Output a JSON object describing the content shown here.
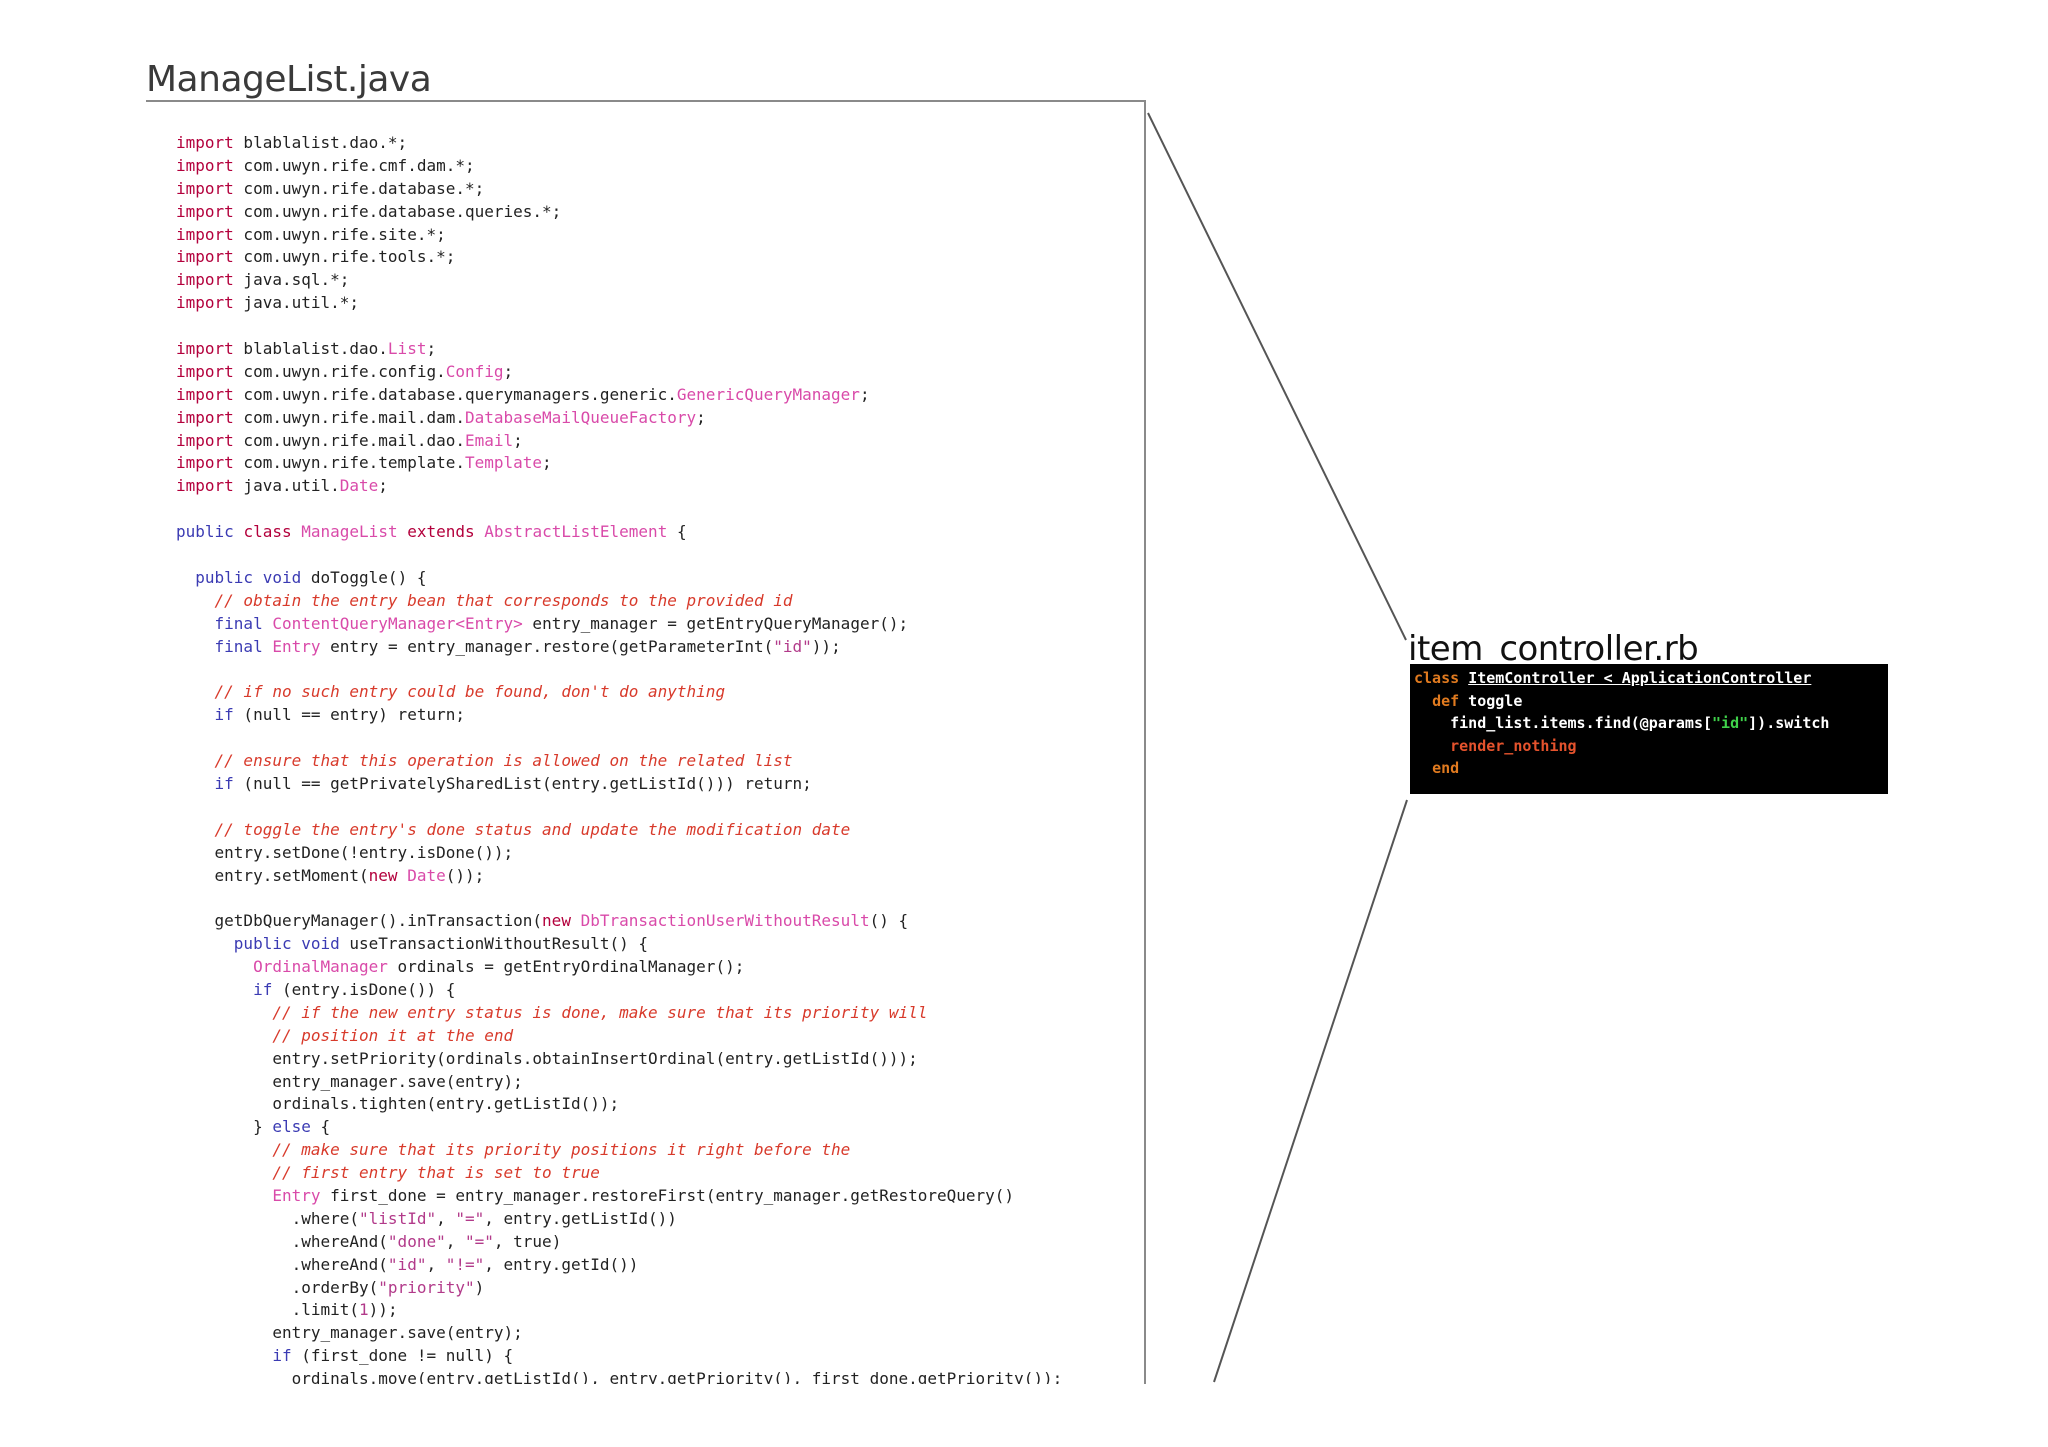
{
  "java_file": {
    "title": "ManageList.java",
    "lines": [
      [
        [
          "kw",
          "import"
        ],
        [
          "plain",
          " blablalist.dao.*;"
        ]
      ],
      [
        [
          "kw",
          "import"
        ],
        [
          "plain",
          " com.uwyn.rife.cmf.dam.*;"
        ]
      ],
      [
        [
          "kw",
          "import"
        ],
        [
          "plain",
          " com.uwyn.rife.database.*;"
        ]
      ],
      [
        [
          "kw",
          "import"
        ],
        [
          "plain",
          " com.uwyn.rife.database.queries.*;"
        ]
      ],
      [
        [
          "kw",
          "import"
        ],
        [
          "plain",
          " com.uwyn.rife.site.*;"
        ]
      ],
      [
        [
          "kw",
          "import"
        ],
        [
          "plain",
          " com.uwyn.rife.tools.*;"
        ]
      ],
      [
        [
          "kw",
          "import"
        ],
        [
          "plain",
          " java.sql.*;"
        ]
      ],
      [
        [
          "kw",
          "import"
        ],
        [
          "plain",
          " java.util.*;"
        ]
      ],
      [],
      [
        [
          "kw",
          "import"
        ],
        [
          "plain",
          " blablalist.dao."
        ],
        [
          "type",
          "List"
        ],
        [
          "plain",
          ";"
        ]
      ],
      [
        [
          "kw",
          "import"
        ],
        [
          "plain",
          " com.uwyn.rife.config."
        ],
        [
          "type",
          "Config"
        ],
        [
          "plain",
          ";"
        ]
      ],
      [
        [
          "kw",
          "import"
        ],
        [
          "plain",
          " com.uwyn.rife.database.querymanagers.generic."
        ],
        [
          "type",
          "GenericQueryManager"
        ],
        [
          "plain",
          ";"
        ]
      ],
      [
        [
          "kw",
          "import"
        ],
        [
          "plain",
          " com.uwyn.rife.mail.dam."
        ],
        [
          "type",
          "DatabaseMailQueueFactory"
        ],
        [
          "plain",
          ";"
        ]
      ],
      [
        [
          "kw",
          "import"
        ],
        [
          "plain",
          " com.uwyn.rife.mail.dao."
        ],
        [
          "type",
          "Email"
        ],
        [
          "plain",
          ";"
        ]
      ],
      [
        [
          "kw",
          "import"
        ],
        [
          "plain",
          " com.uwyn.rife.template."
        ],
        [
          "type",
          "Template"
        ],
        [
          "plain",
          ";"
        ]
      ],
      [
        [
          "kw",
          "import"
        ],
        [
          "plain",
          " java.util."
        ],
        [
          "type",
          "Date"
        ],
        [
          "plain",
          ";"
        ]
      ],
      [],
      [
        [
          "mod",
          "public"
        ],
        [
          "plain",
          " "
        ],
        [
          "kw",
          "class"
        ],
        [
          "plain",
          " "
        ],
        [
          "type",
          "ManageList"
        ],
        [
          "plain",
          " "
        ],
        [
          "kw",
          "extends"
        ],
        [
          "plain",
          " "
        ],
        [
          "type",
          "AbstractListElement"
        ],
        [
          "plain",
          " {"
        ]
      ],
      [],
      [
        [
          "plain",
          "  "
        ],
        [
          "mod",
          "public"
        ],
        [
          "plain",
          " "
        ],
        [
          "mod",
          "void"
        ],
        [
          "plain",
          " doToggle() {"
        ]
      ],
      [
        [
          "plain",
          "    "
        ],
        [
          "comment",
          "// obtain the entry bean that corresponds to the provided id"
        ]
      ],
      [
        [
          "plain",
          "    "
        ],
        [
          "mod",
          "final"
        ],
        [
          "plain",
          " "
        ],
        [
          "type",
          "ContentQueryManager<Entry>"
        ],
        [
          "plain",
          " entry_manager = getEntryQueryManager();"
        ]
      ],
      [
        [
          "plain",
          "    "
        ],
        [
          "mod",
          "final"
        ],
        [
          "plain",
          " "
        ],
        [
          "type",
          "Entry"
        ],
        [
          "plain",
          " entry = entry_manager.restore(getParameterInt("
        ],
        [
          "string",
          "\"id\""
        ],
        [
          "plain",
          "));"
        ]
      ],
      [],
      [
        [
          "plain",
          "    "
        ],
        [
          "comment",
          "// if no such entry could be found, don't do anything"
        ]
      ],
      [
        [
          "plain",
          "    "
        ],
        [
          "mod",
          "if"
        ],
        [
          "plain",
          " (null == entry) return;"
        ]
      ],
      [],
      [
        [
          "plain",
          "    "
        ],
        [
          "comment",
          "// ensure that this operation is allowed on the related list"
        ]
      ],
      [
        [
          "plain",
          "    "
        ],
        [
          "mod",
          "if"
        ],
        [
          "plain",
          " (null == getPrivatelySharedList(entry.getListId())) return;"
        ]
      ],
      [],
      [
        [
          "plain",
          "    "
        ],
        [
          "comment",
          "// toggle the entry's done status and update the modification date"
        ]
      ],
      [
        [
          "plain",
          "    entry.setDone(!entry.isDone());"
        ]
      ],
      [
        [
          "plain",
          "    entry.setMoment("
        ],
        [
          "kw",
          "new"
        ],
        [
          "plain",
          " "
        ],
        [
          "type",
          "Date"
        ],
        [
          "plain",
          "());"
        ]
      ],
      [],
      [
        [
          "plain",
          "    getDbQueryManager().inTransaction("
        ],
        [
          "kw",
          "new"
        ],
        [
          "plain",
          " "
        ],
        [
          "type",
          "DbTransactionUserWithoutResult"
        ],
        [
          "plain",
          "() {"
        ]
      ],
      [
        [
          "plain",
          "      "
        ],
        [
          "mod",
          "public"
        ],
        [
          "plain",
          " "
        ],
        [
          "mod",
          "void"
        ],
        [
          "plain",
          " useTransactionWithoutResult() {"
        ]
      ],
      [
        [
          "plain",
          "        "
        ],
        [
          "type",
          "OrdinalManager"
        ],
        [
          "plain",
          " ordinals = getEntryOrdinalManager();"
        ]
      ],
      [
        [
          "plain",
          "        "
        ],
        [
          "mod",
          "if"
        ],
        [
          "plain",
          " (entry.isDone()) {"
        ]
      ],
      [
        [
          "plain",
          "          "
        ],
        [
          "comment",
          "// if the new entry status is done, make sure that its priority will"
        ]
      ],
      [
        [
          "plain",
          "          "
        ],
        [
          "comment",
          "// position it at the end"
        ]
      ],
      [
        [
          "plain",
          "          entry.setPriority(ordinals.obtainInsertOrdinal(entry.getListId()));"
        ]
      ],
      [
        [
          "plain",
          "          entry_manager.save(entry);"
        ]
      ],
      [
        [
          "plain",
          "          ordinals.tighten(entry.getListId());"
        ]
      ],
      [
        [
          "plain",
          "        } "
        ],
        [
          "mod",
          "else"
        ],
        [
          "plain",
          " {"
        ]
      ],
      [
        [
          "plain",
          "          "
        ],
        [
          "comment",
          "// make sure that its priority positions it right before the"
        ]
      ],
      [
        [
          "plain",
          "          "
        ],
        [
          "comment",
          "// first entry that is set to true"
        ]
      ],
      [
        [
          "plain",
          "          "
        ],
        [
          "type",
          "Entry"
        ],
        [
          "plain",
          " first_done = entry_manager.restoreFirst(entry_manager.getRestoreQuery()"
        ]
      ],
      [
        [
          "plain",
          "            .where("
        ],
        [
          "string",
          "\"listId\""
        ],
        [
          "plain",
          ", "
        ],
        [
          "string",
          "\"=\""
        ],
        [
          "plain",
          ", entry.getListId())"
        ]
      ],
      [
        [
          "plain",
          "            .whereAnd("
        ],
        [
          "string",
          "\"done\""
        ],
        [
          "plain",
          ", "
        ],
        [
          "string",
          "\"=\""
        ],
        [
          "plain",
          ", true)"
        ]
      ],
      [
        [
          "plain",
          "            .whereAnd("
        ],
        [
          "string",
          "\"id\""
        ],
        [
          "plain",
          ", "
        ],
        [
          "string",
          "\"!=\""
        ],
        [
          "plain",
          ", entry.getId())"
        ]
      ],
      [
        [
          "plain",
          "            .orderBy("
        ],
        [
          "string",
          "\"priority\""
        ],
        [
          "plain",
          ")"
        ]
      ],
      [
        [
          "plain",
          "            .limit("
        ],
        [
          "string",
          "1"
        ],
        [
          "plain",
          "));"
        ]
      ],
      [
        [
          "plain",
          "          entry_manager.save(entry);"
        ]
      ],
      [
        [
          "plain",
          "          "
        ],
        [
          "mod",
          "if"
        ],
        [
          "plain",
          " (first_done != null) {"
        ]
      ],
      [
        [
          "plain",
          "            ordinals.move(entry.getListId(), entry.getPriority(), first_done.getPriority());"
        ]
      ]
    ]
  },
  "ruby_file": {
    "title": "item_controller.rb",
    "lines": [
      [
        [
          "kw",
          "class"
        ],
        [
          "plain",
          " "
        ],
        [
          "const",
          "ItemController < ApplicationController"
        ]
      ],
      [
        [
          "plain",
          "  "
        ],
        [
          "kw",
          "def"
        ],
        [
          "plain",
          " toggle"
        ]
      ],
      [
        [
          "plain",
          "    find_list.items.find(@params["
        ],
        [
          "str",
          "\"id\""
        ],
        [
          "plain",
          "]).switch"
        ]
      ],
      [
        [
          "plain",
          "    "
        ],
        [
          "call",
          "render_nothing"
        ]
      ],
      [
        [
          "plain",
          "  "
        ],
        [
          "kw",
          "end"
        ]
      ]
    ]
  }
}
